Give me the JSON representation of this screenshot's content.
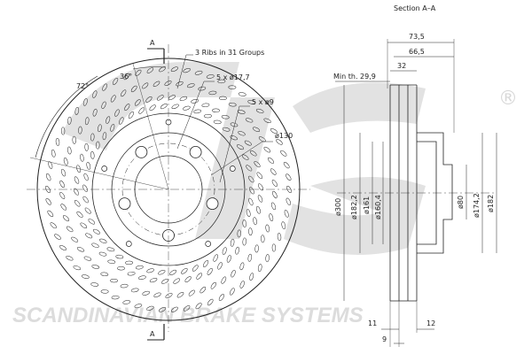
{
  "watermark": {
    "company": "SCANDINAVIAN BRAKE SYSTEMS",
    "logo": "sbs",
    "registered": "®"
  },
  "front_view": {
    "section_marker": "A",
    "angles": [
      "36°",
      "72°"
    ],
    "callouts": [
      "3 Ribs in 31 Groups",
      "5 x ø17,7",
      "5 x ø9",
      "ø130"
    ]
  },
  "section_view": {
    "title": "Section A–A",
    "min_thickness": "Min th. 29,9",
    "widths": [
      "73,5",
      "66,5",
      "32"
    ],
    "diameters": [
      "ø300",
      "ø182,2",
      "ø161",
      "ø160,4",
      "ø80",
      "ø174,2",
      "ø182"
    ],
    "bottom_dims": [
      "11",
      "12",
      "9"
    ]
  },
  "colors": {
    "line": "#222222",
    "watermark": "#dcdcdc"
  }
}
